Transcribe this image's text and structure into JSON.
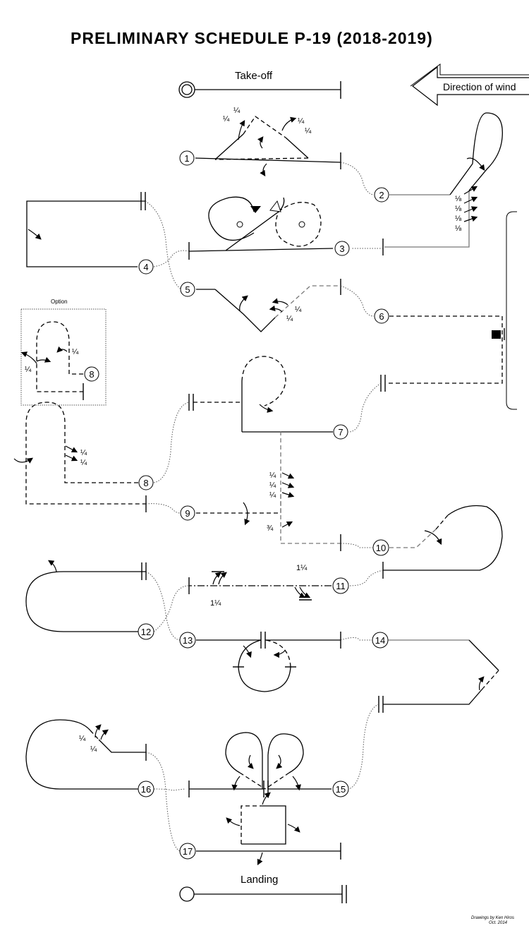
{
  "title": "PRELIMINARY  SCHEDULE  P-19   (2018-2019)",
  "takeoff_label": "Take-off",
  "landing_label": "Landing",
  "wind_label": "Direction of wind",
  "option_label": "Option",
  "credit_line1": "Drawings by Ken Hiros",
  "credit_line2": "Oct. 2014",
  "maneuver_numbers": [
    "1",
    "2",
    "3",
    "4",
    "5",
    "6",
    "7",
    "8",
    "9",
    "10",
    "11",
    "12",
    "13",
    "14",
    "15",
    "16",
    "17"
  ],
  "option_number": "8",
  "fractions": {
    "quarter": "¼",
    "eighth": "⅛",
    "three_quarter": "¾",
    "one_and_quarter": "1¼"
  },
  "colors": {
    "line": "#000000",
    "grey_line": "#777777",
    "background": "#ffffff"
  }
}
